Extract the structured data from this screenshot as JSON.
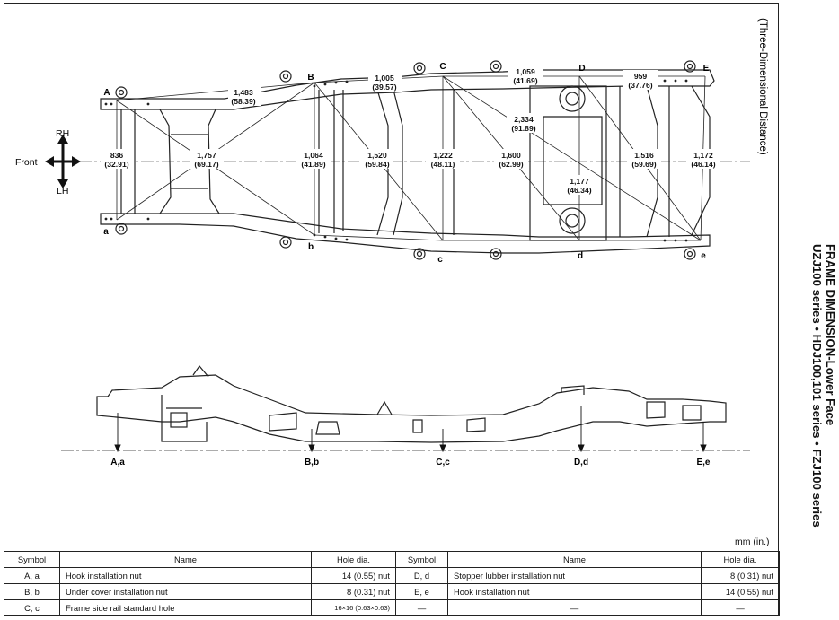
{
  "note_three_dimensional": "(Three-Dimensional  Distance)",
  "direction": {
    "front": "Front",
    "rh": "RH",
    "lh": "LH"
  },
  "points_upper": {
    "A": "A",
    "B": "B",
    "C": "C",
    "D": "D",
    "E": "E"
  },
  "points_lower": {
    "a": "a",
    "b": "b",
    "c": "c",
    "d": "d",
    "e": "e"
  },
  "dimensions": {
    "AB": {
      "mm": "1,483",
      "in": "(58.39)"
    },
    "Aa": {
      "mm": "836",
      "in": "(32.91)"
    },
    "Ab": {
      "mm": "1,757",
      "in": "(69.17)"
    },
    "BC": {
      "mm": "1,005",
      "in": "(39.57)"
    },
    "Bb": {
      "mm": "1,064",
      "in": "(41.89)"
    },
    "Bc": {
      "mm": "1,520",
      "in": "(59.84)"
    },
    "CD": {
      "mm": "1,059",
      "in": "(41.69)"
    },
    "Cc": {
      "mm": "1,222",
      "in": "(48.11)"
    },
    "Ce": {
      "mm": "2,334",
      "in": "(91.89)"
    },
    "Cd": {
      "mm": "1,600",
      "in": "(62.99)"
    },
    "Dd": {
      "mm": "1,177",
      "in": "(46.34)"
    },
    "DE": {
      "mm": "959",
      "in": "(37.76)"
    },
    "De": {
      "mm": "1,516",
      "in": "(59.69)"
    },
    "Ee": {
      "mm": "1,172",
      "in": "(46.14)"
    }
  },
  "side_view_labels": [
    "A,a",
    "B,b",
    "C,c",
    "D,d",
    "E,e"
  ],
  "unit": "mm (in.)",
  "title": {
    "line1": "FRAME DIMENSION-Lower Face",
    "line2": "UZJ100 series • HDJ100,101 series • FZJ100 series"
  },
  "legend": {
    "headers": {
      "symbol": "Symbol",
      "name": "Name",
      "hole": "Hole dia."
    },
    "rows": [
      {
        "sym1": "A, a",
        "name1": "Hook installation nut",
        "hole1": "14 (0.55) nut",
        "sym2": "D, d",
        "name2": "Stopper lubber installation nut",
        "hole2": "8 (0.31) nut"
      },
      {
        "sym1": "B, b",
        "name1": "Under cover installation nut",
        "hole1": "8 (0.31) nut",
        "sym2": "E, e",
        "name2": "Hook installation nut",
        "hole2": "14 (0.55) nut"
      },
      {
        "sym1": "C, c",
        "name1": "Frame side rail standard hole",
        "hole1": "16×16 (0.63×0.63)",
        "sym2": "—",
        "name2": "—",
        "hole2": "—"
      }
    ]
  }
}
